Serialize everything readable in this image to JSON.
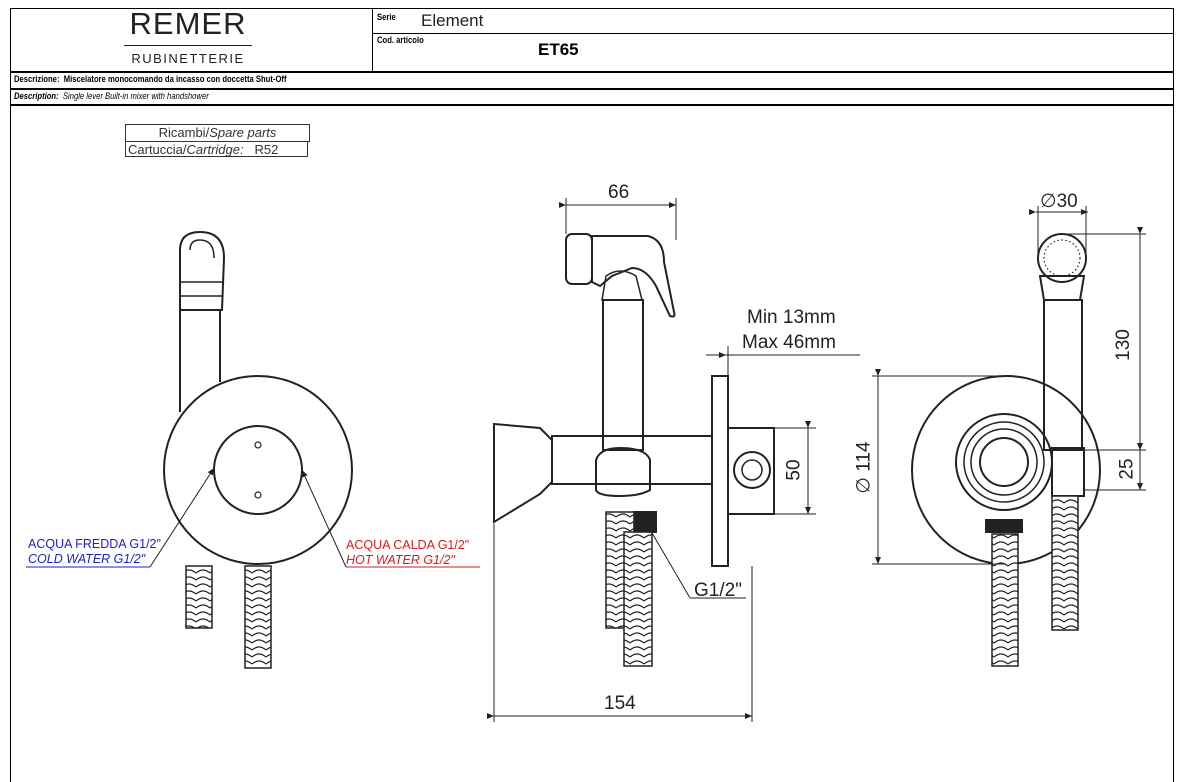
{
  "brand": {
    "name": "REMER",
    "sub": "RUBINETTERIE"
  },
  "header": {
    "serie_label": "Serie",
    "serie_value": "Element",
    "code_label": "Cod. articolo",
    "code_value": "ET65"
  },
  "descriptions": {
    "it_label": "Descrizione:",
    "it_text": "Miscelatore monocomando da incasso con doccetta Shut-Off",
    "en_label": "Description:",
    "en_text": "Single lever Built-in mixer with handshower"
  },
  "parts": {
    "title_it": "Ricambi/",
    "title_en": "Spare parts",
    "cartridge_it": "Cartuccia/",
    "cartridge_en": "Cartridge:",
    "cartridge_code": "R52"
  },
  "front_view": {
    "cold_it": "ACQUA FREDDA G1/2\"",
    "cold_en": "COLD WATER G1/2\"",
    "hot_it": "ACQUA CALDA G1/2\"",
    "hot_en": "HOT WATER G1/2\"",
    "cold_color": "#1f1fbf",
    "hot_color": "#d01f1f"
  },
  "side_view": {
    "dim_width_top": "66",
    "dim_min": "Min 13mm",
    "dim_max": "Max 46mm",
    "dim_height": "50",
    "dim_connection": "G1/2\"",
    "dim_total": "154"
  },
  "back_view": {
    "dim_diameter_head": "30",
    "dim_height_top": "130",
    "dim_diameter_plate": "114",
    "dim_offset": "25",
    "diameter_symbol": "∅"
  }
}
